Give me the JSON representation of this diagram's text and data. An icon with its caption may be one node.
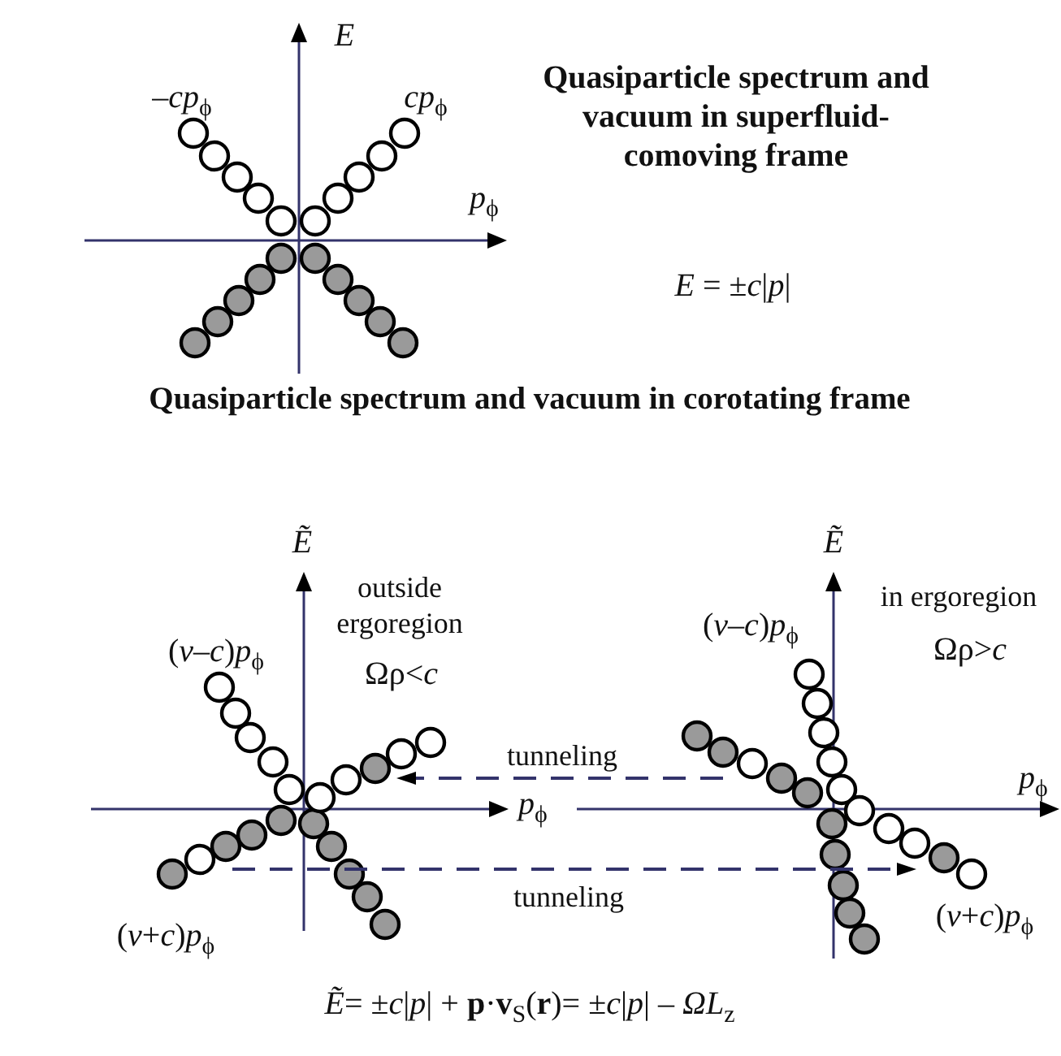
{
  "diagram": {
    "labels": [
      "*E*",
      "–*cp*$_{ϕ}$",
      "*cp*$_{ϕ}$",
      "Quasiparticle spectrum and vacuum in superfluid-comoving frame",
      "*p*$_{ϕ}$",
      "*E* = ±*c*|*p*|",
      "Quasiparticle spectrum and vacuum in corotating frame",
      "*Ẽ*",
      "*Ẽ*",
      "outside ergoregion",
      "in ergoregion",
      "(*v*–*c*)*p*$_{ϕ}$",
      "Ωρ<*c*",
      "(*v*–*c*)*p*$_{ϕ}$",
      "Ωρ>*c*",
      "tunneling",
      "*p*$_{ϕ}$",
      "*p*$_{ϕ}$",
      "tunneling",
      "(*v*+*c*)*p*$_{ϕ}$",
      "(*v*+*c*)*p*$_{ϕ}$",
      "*Ẽ*= ±*c*|*p*| + **p**·**v**$_{S}$(**r**)= ±*c*|*p*| – *ΩL*$_{z}$"
    ]
  }
}
